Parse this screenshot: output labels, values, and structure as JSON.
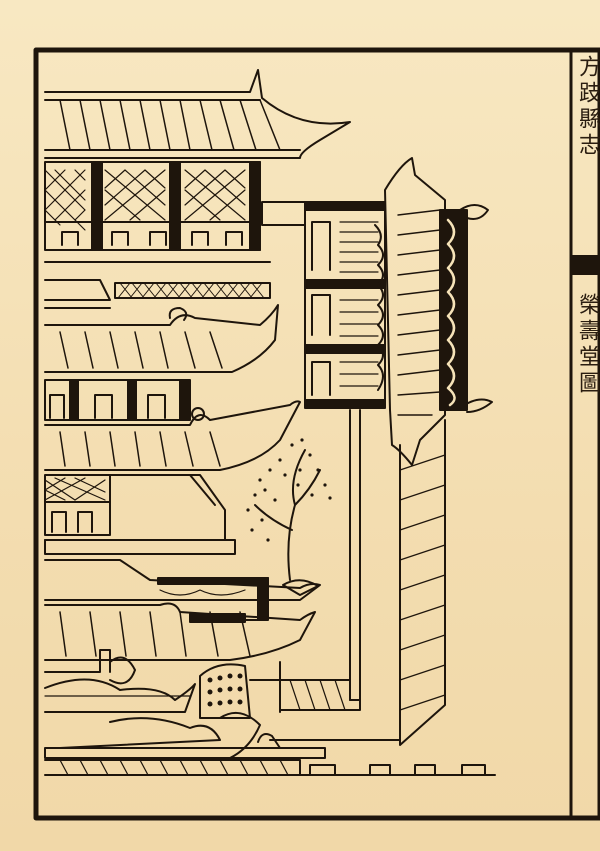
{
  "colors": {
    "paper": "#f6e3b8",
    "ink": "#1e150c"
  },
  "page": {
    "margin_title": "方跂縣志",
    "margin_subtitle": "榮壽堂圖"
  },
  "figure": {
    "subject": "woodblock-print-pavilion",
    "elements": [
      "pagoda-roof-icon",
      "lattice-window-icon",
      "tree-icon",
      "gate-icon",
      "corridor-icon"
    ]
  }
}
